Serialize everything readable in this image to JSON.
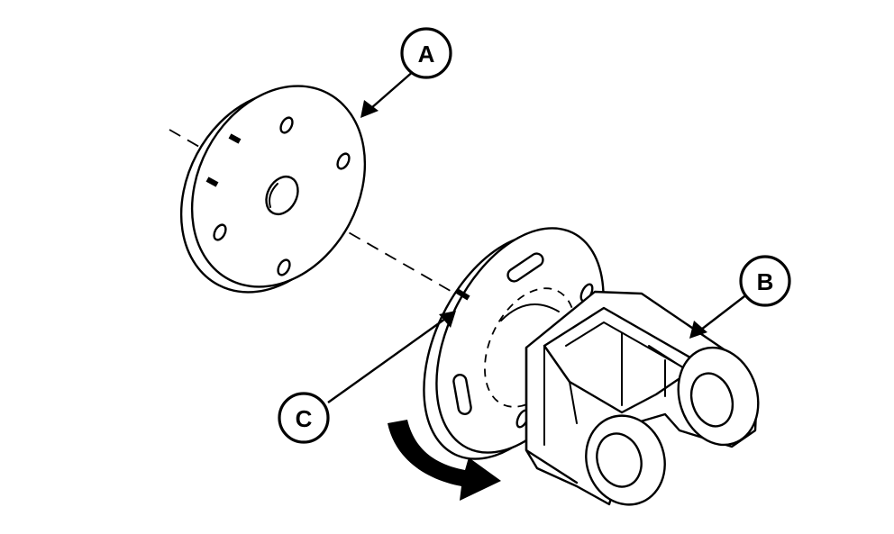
{
  "diagram": {
    "callouts": [
      {
        "id": "A",
        "label": "A"
      },
      {
        "id": "B",
        "label": "B"
      },
      {
        "id": "C",
        "label": "C"
      }
    ],
    "icons": [
      "rotation-arrow-icon",
      "leader-arrow-icon"
    ],
    "colors": {
      "line": "#000000",
      "background": "#ffffff"
    }
  }
}
